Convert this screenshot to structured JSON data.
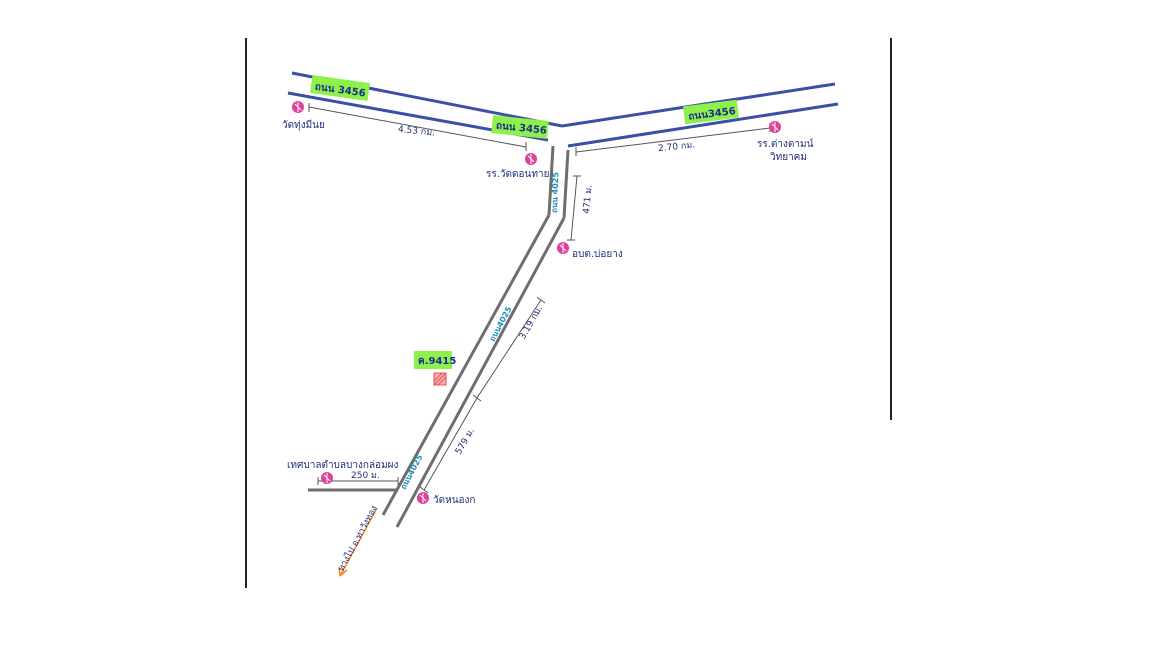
{
  "colors": {
    "highway": "#3a4fa8",
    "local_road": "#6e6e6e",
    "landmark": "#e0409a",
    "highlight": "#8ef04a",
    "arrow": "#f08a2a",
    "site": "#e05050"
  },
  "roads": {
    "highway_left_label": "ถนน 3456",
    "highway_mid_label": "ถนน 3456",
    "highway_right_label": "ถนน3456",
    "local_upper_label": "ถนน 4025",
    "local_lower_label": "ถนน4025",
    "local_bottom_label": "ถนน4025"
  },
  "distances": {
    "left_top": "4.53 กม.",
    "right_top": "2.70 กม.",
    "vertical_short": "471 ม.",
    "diagonal_long": "3.19 กม.",
    "diagonal_bottom": "579 ม.",
    "bottom_left": "250 ม."
  },
  "landmarks": {
    "temple_left": "วัดทุ่งมีนย",
    "school_center": "รร.วัดดอนทาย",
    "school_right_line1": "รร.ต่างตามน์",
    "school_right_line2": "วิทยาคม",
    "office_tambon": "อบต.บ่อยาง",
    "municipality": "เทศบาลตำบลบางกล่อมผง",
    "temple_bottom": "วัดหนองก"
  },
  "site": {
    "label": "ค.9415"
  },
  "direction": {
    "arrow_label": "ทางไป อ.ท่าวังทอง",
    "icon": "arrow-down-left-icon"
  }
}
